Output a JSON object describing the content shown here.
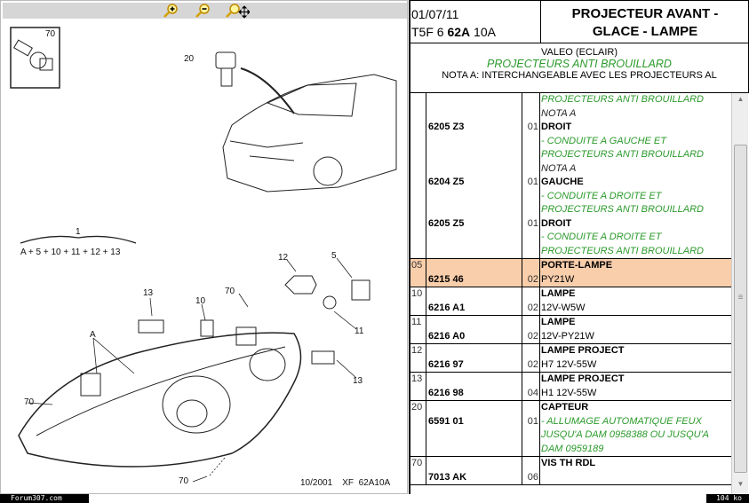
{
  "toolbar": {
    "zoom_in": "zoom-in",
    "zoom_out": "zoom-out",
    "pan": "zoom-pan"
  },
  "diagram": {
    "callouts": {
      "c70_box": "70",
      "c20": "20",
      "c1": "1",
      "formula": "A + 5 + 10 + 11 + 12 + 13",
      "c12": "12",
      "c5": "5",
      "c13a": "13",
      "c10": "10",
      "c70a": "70",
      "cA": "A",
      "c11": "11",
      "c13b": "13",
      "c70b": "70",
      "c70c": "70"
    },
    "footer": "10/2001    XF  62A10A"
  },
  "header": {
    "date": "01/07/11",
    "code_prefix": "T5F 6 ",
    "code_bold": "62A",
    "code_suffix": " 10A",
    "title_line1": "PROJECTEUR AVANT -",
    "title_line2": "GLACE - LAMPE"
  },
  "info": {
    "line1": "VALEO (ECLAIR)",
    "line2": "PROJECTEURS ANTI BROUILLARD",
    "line3": "NOTA A: INTERCHANGEABLE AVEC LES PROJECTEURS AL"
  },
  "first_row": {
    "lines": [
      {
        "ref": "",
        "qty": "",
        "text": "PROJECTEURS ANTI BROUILLARD",
        "style": "gi"
      },
      {
        "ref": "",
        "qty": "",
        "text": "NOTA A",
        "style": "it"
      },
      {
        "ref": "6205 Z3",
        "qty": "01",
        "text": "DROIT",
        "style": "b"
      },
      {
        "ref": "",
        "qty": "",
        "text": "- CONDUITE A GAUCHE ET",
        "style": "gi"
      },
      {
        "ref": "",
        "qty": "",
        "text": "PROJECTEURS ANTI BROUILLARD",
        "style": "gi"
      },
      {
        "ref": "",
        "qty": "",
        "text": "NOTA A",
        "style": "it"
      },
      {
        "ref": "6204 Z5",
        "qty": "01",
        "text": "GAUCHE",
        "style": "b"
      },
      {
        "ref": "",
        "qty": "",
        "text": "- CONDUITE A DROITE ET",
        "style": "gi"
      },
      {
        "ref": "",
        "qty": "",
        "text": "PROJECTEURS ANTI BROUILLARD",
        "style": "gi"
      },
      {
        "ref": "6205 Z5",
        "qty": "01",
        "text": "DROIT",
        "style": "b"
      },
      {
        "ref": "",
        "qty": "",
        "text": "- CONDUITE A DROITE ET",
        "style": "gi"
      },
      {
        "ref": "",
        "qty": "",
        "text": "PROJECTEURS ANTI BROUILLARD",
        "style": "gi"
      }
    ]
  },
  "rows": [
    {
      "num": "05",
      "ref": "6215 46",
      "qty": "02",
      "title": "PORTE-LAMPE",
      "desc": [
        "PY21W"
      ],
      "green": false,
      "selected": true
    },
    {
      "num": "10",
      "ref": "6216 A1",
      "qty": "02",
      "title": "LAMPE",
      "desc": [
        "12V-W5W"
      ],
      "green": false
    },
    {
      "num": "11",
      "ref": "6216 A0",
      "qty": "02",
      "title": "LAMPE",
      "desc": [
        "12V-PY21W"
      ],
      "green": false
    },
    {
      "num": "12",
      "ref": "6216 97",
      "qty": "02",
      "title": "LAMPE PROJECT",
      "desc": [
        "H7 12V-55W"
      ],
      "green": false
    },
    {
      "num": "13",
      "ref": "6216 98",
      "qty": "04",
      "title": "LAMPE PROJECT",
      "desc": [
        "H1 12V-55W"
      ],
      "green": false
    },
    {
      "num": "20",
      "ref": "6591 01",
      "qty": "01",
      "title": "CAPTEUR",
      "desc": [
        "- ALLUMAGE AUTOMATIQUE FEUX",
        "JUSQU'A DAM 0958388 OU JUSQU'A",
        "DAM 0959189"
      ],
      "green": true
    },
    {
      "num": "70",
      "ref": "7013 AK",
      "qty": "06",
      "title": "VIS TH RDL",
      "desc": [
        ""
      ],
      "green": false
    }
  ],
  "status": {
    "site": "Forum307.com",
    "size": "104 ko"
  },
  "colors": {
    "selected_row": "#f9ceab",
    "green_text": "#2a9a2a",
    "toolbar": "#d6d6d6"
  }
}
